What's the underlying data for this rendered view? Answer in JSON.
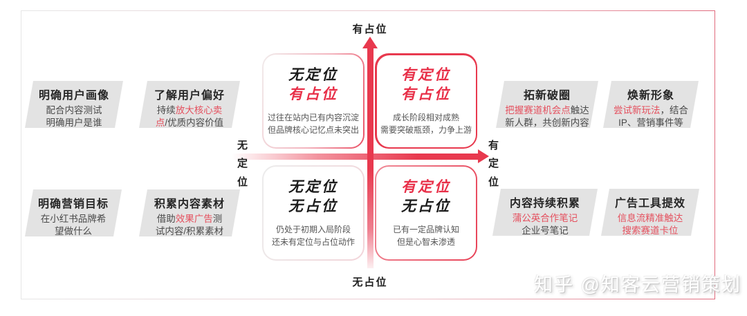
{
  "colors": {
    "accent_red": "#e8394e",
    "red_text": "#e4505e",
    "gray_box_bg": "#e3e3e3",
    "title_text": "#262626",
    "body_text": "#4a4a4a"
  },
  "axes": {
    "top": "有占位",
    "bottom": "无占位",
    "left": "无定位",
    "right": "有定位"
  },
  "quadrants": [
    {
      "key": "no-positioning-has-presence",
      "title_lines": [
        [
          {
            "t": "无定位"
          }
        ],
        [
          {
            "t": "有占位",
            "red": true
          }
        ]
      ],
      "body_lines": [
        [
          {
            "t": "过往在站内已有内容沉淀"
          }
        ],
        [
          {
            "t": "但品牌核心记忆点未突出"
          }
        ]
      ]
    },
    {
      "key": "has-positioning-has-presence",
      "title_lines": [
        [
          {
            "t": "有定位",
            "red": true
          }
        ],
        [
          {
            "t": "有占位",
            "red": true
          }
        ]
      ],
      "body_lines": [
        [
          {
            "t": "成长阶段相对成熟"
          }
        ],
        [
          {
            "t": "需要突破瓶颈，力争上游"
          }
        ]
      ]
    },
    {
      "key": "no-positioning-no-presence",
      "title_lines": [
        [
          {
            "t": "无定位"
          }
        ],
        [
          {
            "t": "无占位"
          }
        ]
      ],
      "body_lines": [
        [
          {
            "t": "仍处于初期入局阶段"
          }
        ],
        [
          {
            "t": "还未有定位与占位动作"
          }
        ]
      ]
    },
    {
      "key": "has-positioning-no-presence",
      "title_lines": [
        [
          {
            "t": "有定位",
            "red": true
          }
        ],
        [
          {
            "t": "无占位"
          }
        ]
      ],
      "body_lines": [
        [
          {
            "t": "已有一定品牌认知"
          }
        ],
        [
          {
            "t": "但是心智未渗透"
          }
        ]
      ]
    }
  ],
  "side_boxes": [
    {
      "title": "明确用户画像",
      "lines": [
        [
          {
            "t": "配合内容测试"
          }
        ],
        [
          {
            "t": "明确用户是谁"
          }
        ]
      ]
    },
    {
      "title": "了解用户偏好",
      "lines": [
        [
          {
            "t": "持续"
          },
          {
            "t": "放大核心卖",
            "red": true
          }
        ],
        [
          {
            "t": "点",
            "red": true
          },
          {
            "t": "/优质内容价值"
          }
        ]
      ]
    },
    {
      "title": "明确营销目标",
      "lines": [
        [
          {
            "t": "在小红书品牌希"
          }
        ],
        [
          {
            "t": "望做什么"
          }
        ]
      ]
    },
    {
      "title": "积累内容素材",
      "lines": [
        [
          {
            "t": "借助"
          },
          {
            "t": "效果广告",
            "red": true
          },
          {
            "t": "测"
          }
        ],
        [
          {
            "t": "试内容/积累素材"
          }
        ]
      ]
    },
    {
      "title": "拓新破圈",
      "lines": [
        [
          {
            "t": "把握赛道机会点",
            "red": true
          },
          {
            "t": "触达"
          }
        ],
        [
          {
            "t": "新人群，共创新内容"
          }
        ]
      ]
    },
    {
      "title": "焕新形象",
      "lines": [
        [
          {
            "t": "尝试新玩法",
            "red": true
          },
          {
            "t": "，结合"
          }
        ],
        [
          {
            "t": "IP、营销事件等"
          }
        ]
      ]
    },
    {
      "title": "内容持续积累",
      "lines": [
        [
          {
            "t": "蒲公英合作笔记",
            "red": true
          }
        ],
        [
          {
            "t": "企业号笔记"
          }
        ]
      ]
    },
    {
      "title": "广告工具提效",
      "lines": [
        [
          {
            "t": "信息流精准触达",
            "red": true
          }
        ],
        [
          {
            "t": "搜索赛道卡位",
            "red": true
          }
        ]
      ]
    }
  ],
  "watermark": "知乎 @知客云营销策划"
}
